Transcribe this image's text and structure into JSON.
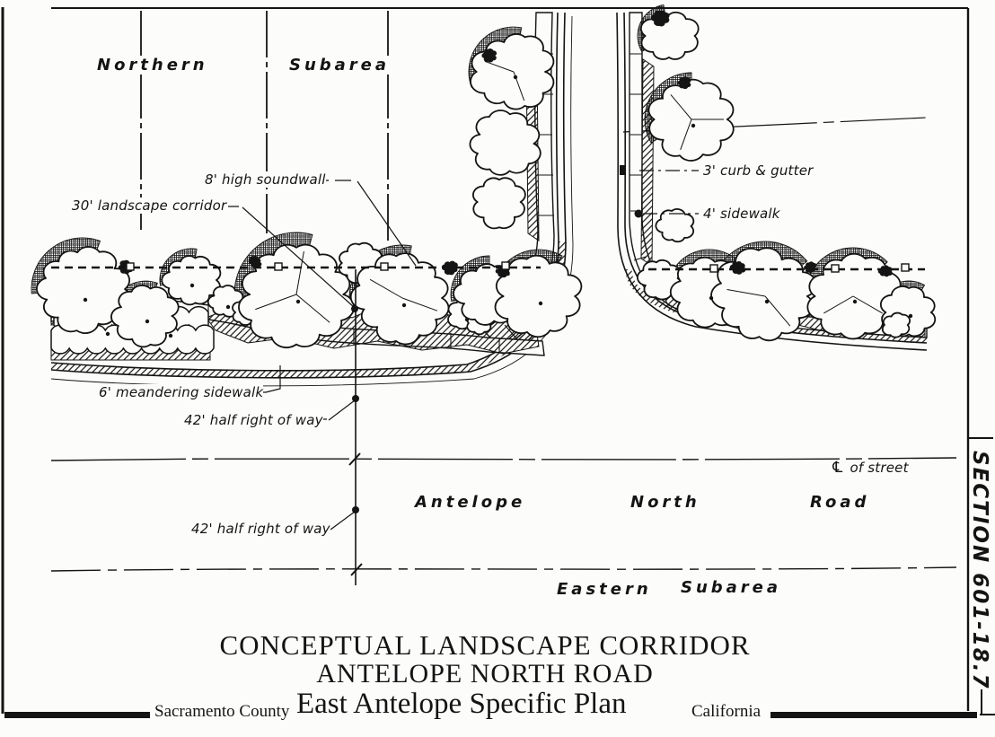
{
  "colors": {
    "ink": "#141414",
    "paper": "#fcfcfa"
  },
  "plan": {
    "subareas": {
      "northern": {
        "word1": "Northern",
        "word2": "Subarea"
      },
      "eastern": {
        "word1": "Eastern",
        "word2": "Subarea"
      }
    },
    "road_name": {
      "word1": "Antelope",
      "word2": "North",
      "word3": "Road"
    },
    "annotations": {
      "soundwall": "8' high soundwall",
      "landscape_corridor": "30' landscape corridor",
      "curb_gutter": "3' curb & gutter",
      "sidewalk": "4' sidewalk",
      "meandering_sidewalk": "6' meandering sidewalk",
      "half_row_north": "42' half right of way",
      "half_row_south": "42' half right of way",
      "centerline_symbol": "℄",
      "centerline_text": "of street"
    }
  },
  "title": {
    "line1": "CONCEPTUAL LANDSCAPE CORRIDOR",
    "line2": "ANTELOPE NORTH ROAD"
  },
  "footer": {
    "county": "Sacramento County",
    "plan_name": "East Antelope Specific Plan",
    "state": "California"
  },
  "margin": {
    "section_label": "SECTION 601-18.7"
  }
}
